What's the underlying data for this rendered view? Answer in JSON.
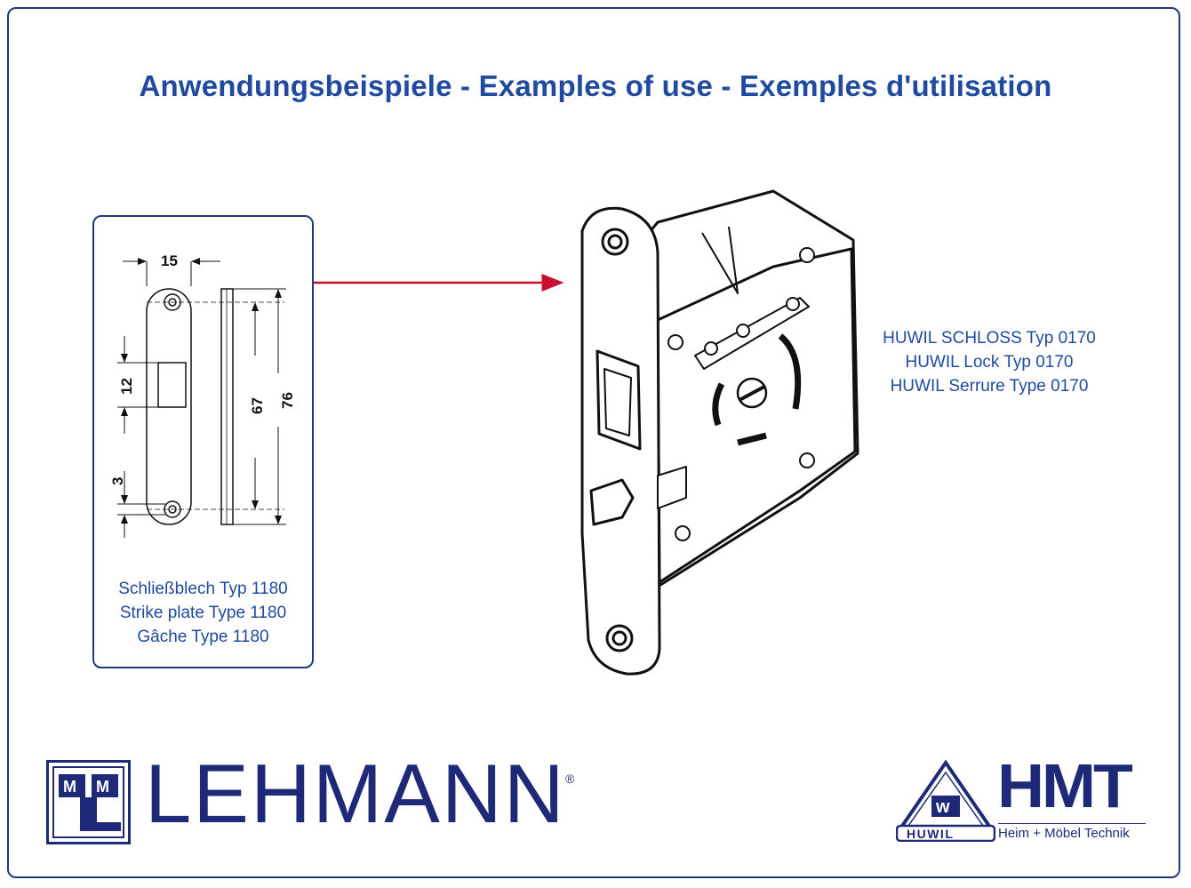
{
  "title": "Anwendungsbeispiele - Examples of use - Exemples d'utilisation",
  "strike_plate": {
    "dimensions": {
      "width": "15",
      "opening": "12",
      "hole": "3",
      "hole_distance": "67",
      "length": "76"
    },
    "caption": [
      "Schließblech Typ 1180",
      "Strike plate Type 1180",
      "Gâche Type 1180"
    ]
  },
  "lock": {
    "caption": [
      "HUWIL SCHLOSS Typ 0170",
      "HUWIL Lock Typ 0170",
      "HUWIL Serrure Type 0170"
    ]
  },
  "logos": {
    "lehmann": {
      "name": "LEHMANN",
      "registered": "®",
      "mark_text": "MLM"
    },
    "huwil": {
      "triangle_letter": "w",
      "band": "HUWIL",
      "hmt": "HMT",
      "tagline": "Heim + Möbel Technik"
    }
  },
  "colors": {
    "frame": "#1f3a7a",
    "title": "#1f4aa0",
    "arrow": "#c8102e",
    "brand": "#1e2a78"
  }
}
